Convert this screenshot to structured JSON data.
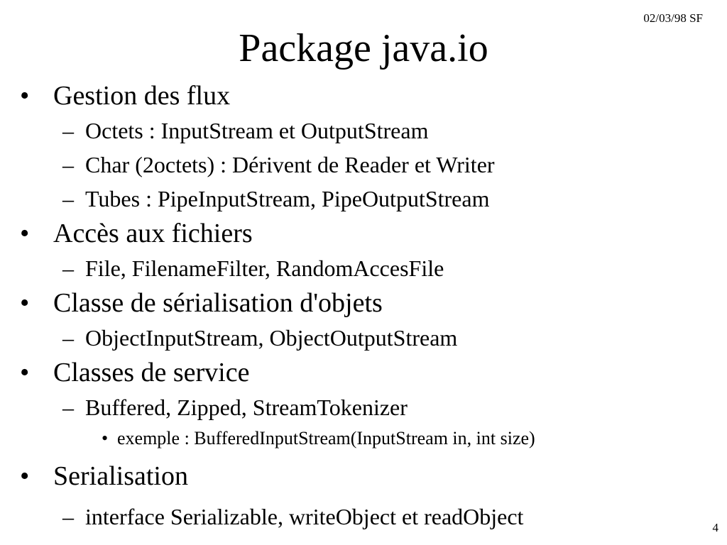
{
  "header": {
    "date": "02/03/98 SF"
  },
  "title": "Package java.io",
  "footer": {
    "page": "4"
  },
  "markers": {
    "bullet": "•",
    "dash": "–",
    "small_bullet": "•"
  },
  "sections": [
    {
      "heading": "Gestion des flux",
      "items": [
        "Octets : InputStream et OutputStream",
        "Char (2octets) : Dérivent de Reader et Writer",
        "Tubes : PipeInputStream, PipeOutputStream"
      ]
    },
    {
      "heading": "Accès aux fichiers",
      "items": [
        "File, FilenameFilter, RandomAccesFile"
      ]
    },
    {
      "heading": "Classe de sérialisation d'objets",
      "items": [
        "ObjectInputStream, ObjectOutputStream"
      ]
    },
    {
      "heading": "Classes de service",
      "items": [
        "Buffered, Zipped, StreamTokenizer"
      ],
      "subitems": [
        "exemple : BufferedInputStream(InputStream in, int size)"
      ]
    },
    {
      "heading": "Serialisation",
      "items": [
        "interface Serializable, writeObject et readObject"
      ]
    }
  ]
}
